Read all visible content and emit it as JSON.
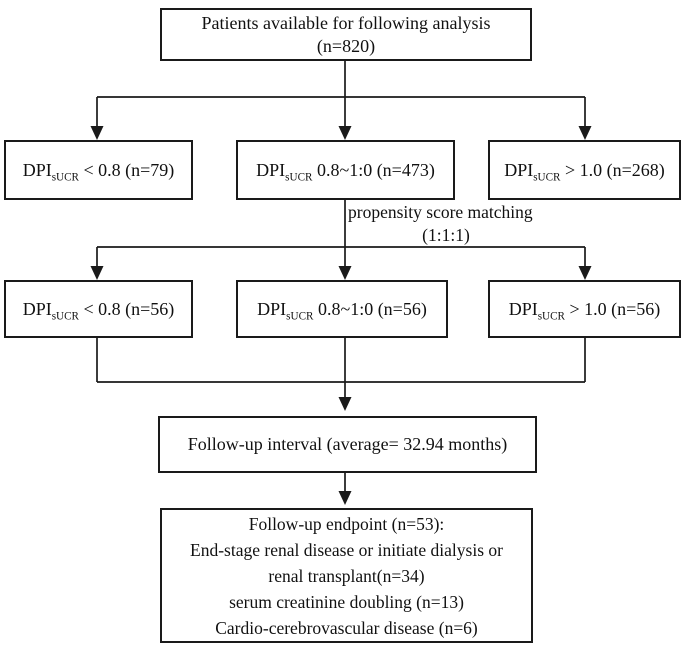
{
  "diagram": {
    "top_box": {
      "line1": "Patients available for following analysis",
      "line2": "(n=820)"
    },
    "row1": [
      {
        "prefix": "DPI",
        "sub": "sUCR",
        "rest": " < 0.8 (n=79)"
      },
      {
        "prefix": "DPI",
        "sub": "sUCR",
        "rest": " 0.8~1:0 (n=473)"
      },
      {
        "prefix": "DPI",
        "sub": "sUCR",
        "rest": " > 1.0 (n=268)"
      }
    ],
    "matching_label": {
      "line1": "propensity score matching",
      "line2": "(1:1:1)"
    },
    "row2": [
      {
        "prefix": "DPI",
        "sub": "sUCR",
        "rest": " < 0.8 (n=56)"
      },
      {
        "prefix": "DPI",
        "sub": "sUCR",
        "rest": " 0.8~1:0 (n=56)"
      },
      {
        "prefix": "DPI",
        "sub": "sUCR",
        "rest": " > 1.0 (n=56)"
      }
    ],
    "followup_box": "Follow-up interval (average= 32.94 months)",
    "endpoint_box": {
      "lines": [
        "Follow-up endpoint (n=53):",
        "End-stage renal disease or initiate dialysis or",
        "renal transplant(n=34)",
        "serum creatinine doubling (n=13)",
        "Cardio-cerebrovascular disease (n=6)"
      ]
    },
    "colors": {
      "line": "#1a1a1a",
      "box_border": "#1a1a1a",
      "background": "#ffffff",
      "text": "#111111"
    }
  }
}
